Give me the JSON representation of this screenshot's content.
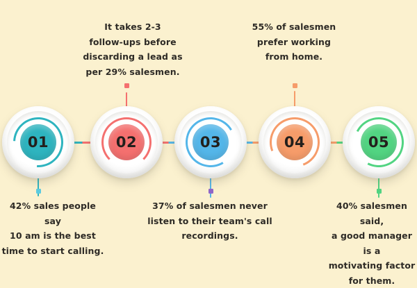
{
  "background_color": "#fbf1cf",
  "infographic": {
    "type": "numbered-timeline",
    "orientation": "horizontal",
    "step_count": 5,
    "steps": [
      {
        "number": "01",
        "color": "#2eb4bf",
        "caption": "42% sales people say\n10 am is the best\ntime to start calling.",
        "caption_side": "below",
        "stem_cap_color": "#5ccbe0"
      },
      {
        "number": "02",
        "color": "#f4706f",
        "caption": "It takes 2-3\nfollow-ups before\ndiscarding a lead as\nper 29% salesmen.",
        "caption_side": "above",
        "stem_cap_color": "#f4706f"
      },
      {
        "number": "03",
        "color": "#54b6e9",
        "caption": "37% of salesmen never\nlisten to their team's call\nrecordings.",
        "caption_side": "below",
        "stem_cap_color": "#9167c8"
      },
      {
        "number": "04",
        "color": "#f69c6a",
        "caption": "55% of salesmen\nprefer working\nfrom home.",
        "caption_side": "above",
        "stem_cap_color": "#f69c6a"
      },
      {
        "number": "05",
        "color": "#52d482",
        "caption": "40% salesmen said,\na good manager is a\nmotivating factor\nfor them.",
        "caption_side": "below",
        "stem_cap_color": "#52d482"
      }
    ],
    "connectors": [
      {
        "from": "01",
        "to": "02",
        "from_color": "#2eb4bf",
        "to_color": "#f4706f"
      },
      {
        "from": "02",
        "to": "03",
        "from_color": "#f4706f",
        "to_color": "#54b6e9"
      },
      {
        "from": "03",
        "to": "04",
        "from_color": "#54b6e9",
        "to_color": "#f69c6a"
      },
      {
        "from": "04",
        "to": "05",
        "from_color": "#f69c6a",
        "to_color": "#52d482"
      }
    ]
  }
}
